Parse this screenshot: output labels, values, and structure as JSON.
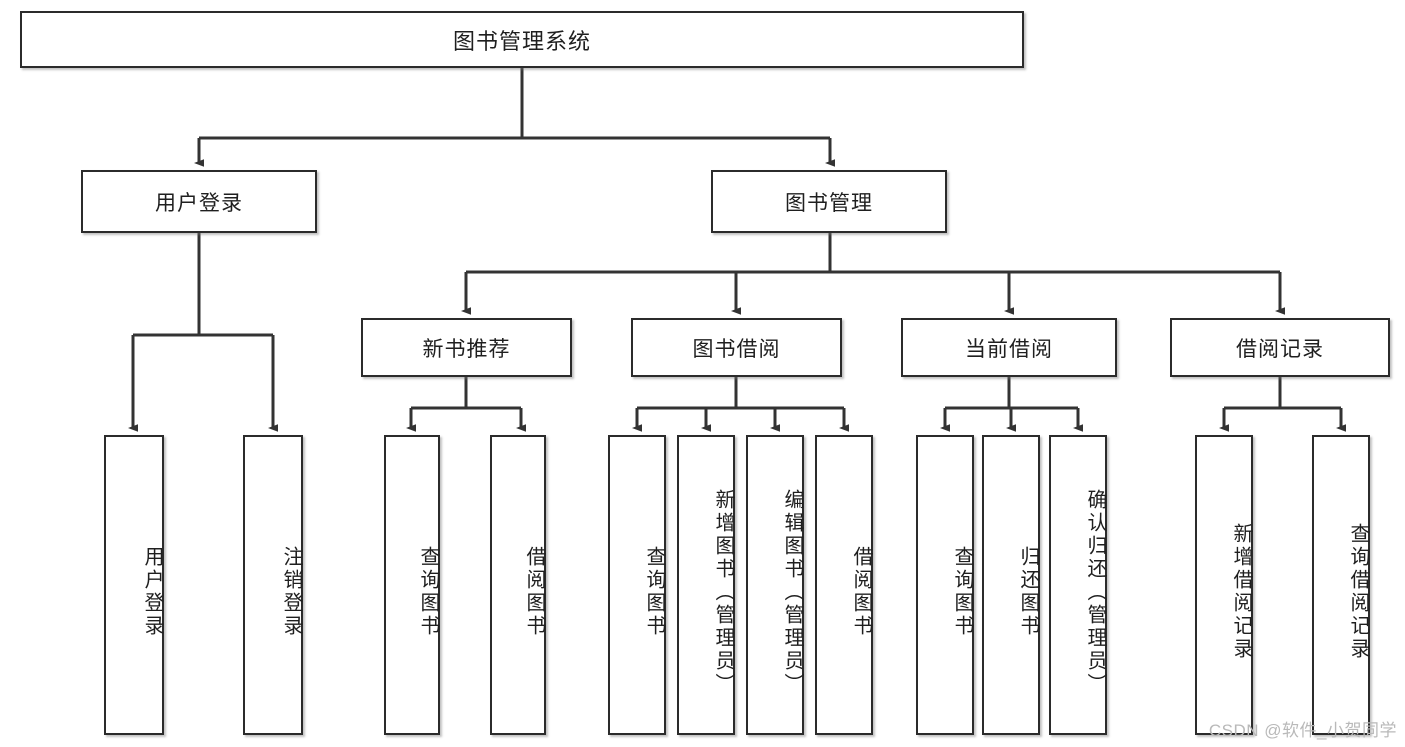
{
  "diagram": {
    "title": "图书管理系统",
    "type": "tree",
    "watermark": "CSDN @软件_小贺同学",
    "colors": {
      "box_border": "#2b2b2b",
      "box_fill": "#ffffff",
      "line": "#333333",
      "text": "#1f1f1f",
      "watermark": "#b9b9b9"
    },
    "nodes": {
      "root": {
        "label": "图书管理系统"
      },
      "level2": [
        {
          "id": "user-login",
          "label": "用户登录"
        },
        {
          "id": "book-manage",
          "label": "图书管理"
        }
      ],
      "level3": [
        {
          "id": "new-book-recommend",
          "label": "新书推荐"
        },
        {
          "id": "book-borrow",
          "label": "图书借阅"
        },
        {
          "id": "current-borrow",
          "label": "当前借阅"
        },
        {
          "id": "borrow-record",
          "label": "借阅记录"
        }
      ],
      "leaves": {
        "user-login": [
          {
            "id": "leaf-user-login",
            "label": "用户登录"
          },
          {
            "id": "leaf-user-logout",
            "label": "注销登录"
          }
        ],
        "new-book-recommend": [
          {
            "id": "leaf-query-book-1",
            "label": "查询图书"
          },
          {
            "id": "leaf-borrow-book-1",
            "label": "借阅图书"
          }
        ],
        "book-borrow": [
          {
            "id": "leaf-query-book-2",
            "label": "查询图书"
          },
          {
            "id": "leaf-add-book",
            "label": "新增图书（管理员）"
          },
          {
            "id": "leaf-edit-book",
            "label": "编辑图书（管理员）"
          },
          {
            "id": "leaf-borrow-book-2",
            "label": "借阅图书"
          }
        ],
        "current-borrow": [
          {
            "id": "leaf-query-book-3",
            "label": "查询图书"
          },
          {
            "id": "leaf-return-book",
            "label": "归还图书"
          },
          {
            "id": "leaf-confirm-return",
            "label": "确认归还（管理员）"
          }
        ],
        "borrow-record": [
          {
            "id": "leaf-add-record",
            "label": "新增借阅记录"
          },
          {
            "id": "leaf-query-record",
            "label": "查询借阅记录"
          }
        ]
      }
    }
  }
}
